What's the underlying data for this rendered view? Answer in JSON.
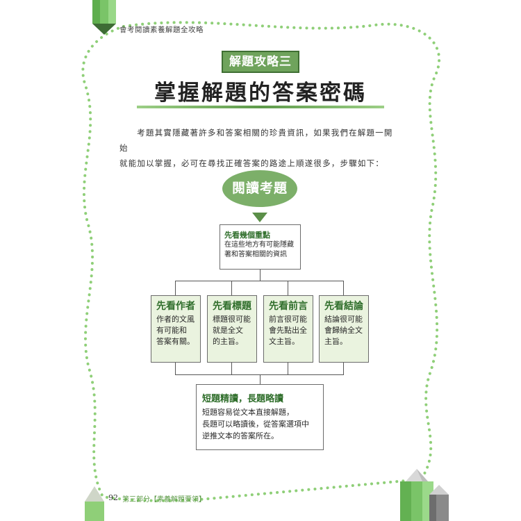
{
  "header": {
    "running_title": "會考閱讀素養解題全攻略"
  },
  "badge": {
    "label": "解題攻略三"
  },
  "title": "掌握解題的答案密碼",
  "intro": {
    "line1": "考題其實隱藏著許多和答案相關的珍貴資訊，如果我們在解題一開始",
    "line2": "就能加以掌握，必可在尋找正確答案的路途上順遂很多，步驟如下："
  },
  "flow": {
    "start": "閱讀考題",
    "top": {
      "heading": "先看幾個重點",
      "body_line1": "在這些地方有可能隱藏",
      "body_line2": "著和答案相關的資訊"
    },
    "cards": [
      {
        "heading": "先看作者",
        "body": "作者的文風\n有可能和\n答案有關。"
      },
      {
        "heading": "先看標題",
        "body": "標題很可能\n就是全文\n的主旨。"
      },
      {
        "heading": "先看前言",
        "body": "前言很可能\n會先點出全\n文主旨。"
      },
      {
        "heading": "先看結論",
        "body": "結論很可能\n會歸納全文\n主旨。"
      }
    ],
    "bottom": {
      "heading": "短題精讀，長題略讀",
      "body": "短題容易從文本直接解題，\n長題可以略讀後，從答案選項中\n逆推文本的答案所在。"
    }
  },
  "footer": {
    "page_number": "92",
    "section": "第三部分【素養解題要領】"
  },
  "colors": {
    "accent_green": "#6fa35c",
    "dark_green": "#2f6e2b",
    "card_bg": "#eaf3df",
    "dot_green": "#8fcf78"
  }
}
